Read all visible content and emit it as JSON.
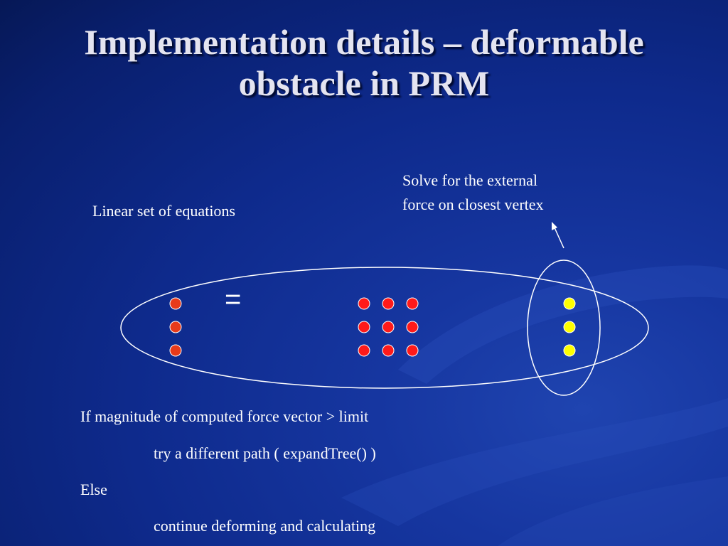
{
  "slide": {
    "title_line1": "Implementation details – deformable",
    "title_line2": "obstacle in PRM",
    "label_equations": "Linear set of equations",
    "label_solve_line1": "Solve for the external",
    "label_solve_line2": "force on closest vertex",
    "equals_sign": "=",
    "pseudocode": {
      "line1": "If magnitude of computed force vector > limit",
      "line2": "try a different path ( expandTree() )",
      "line3": "Else",
      "line4": "continue deforming and calculating"
    }
  },
  "colors": {
    "background": "#0e2a8c",
    "title_text": "#e4e4f0",
    "dot_red": "#ff1a1a",
    "dot_yellow": "#ffff00"
  }
}
